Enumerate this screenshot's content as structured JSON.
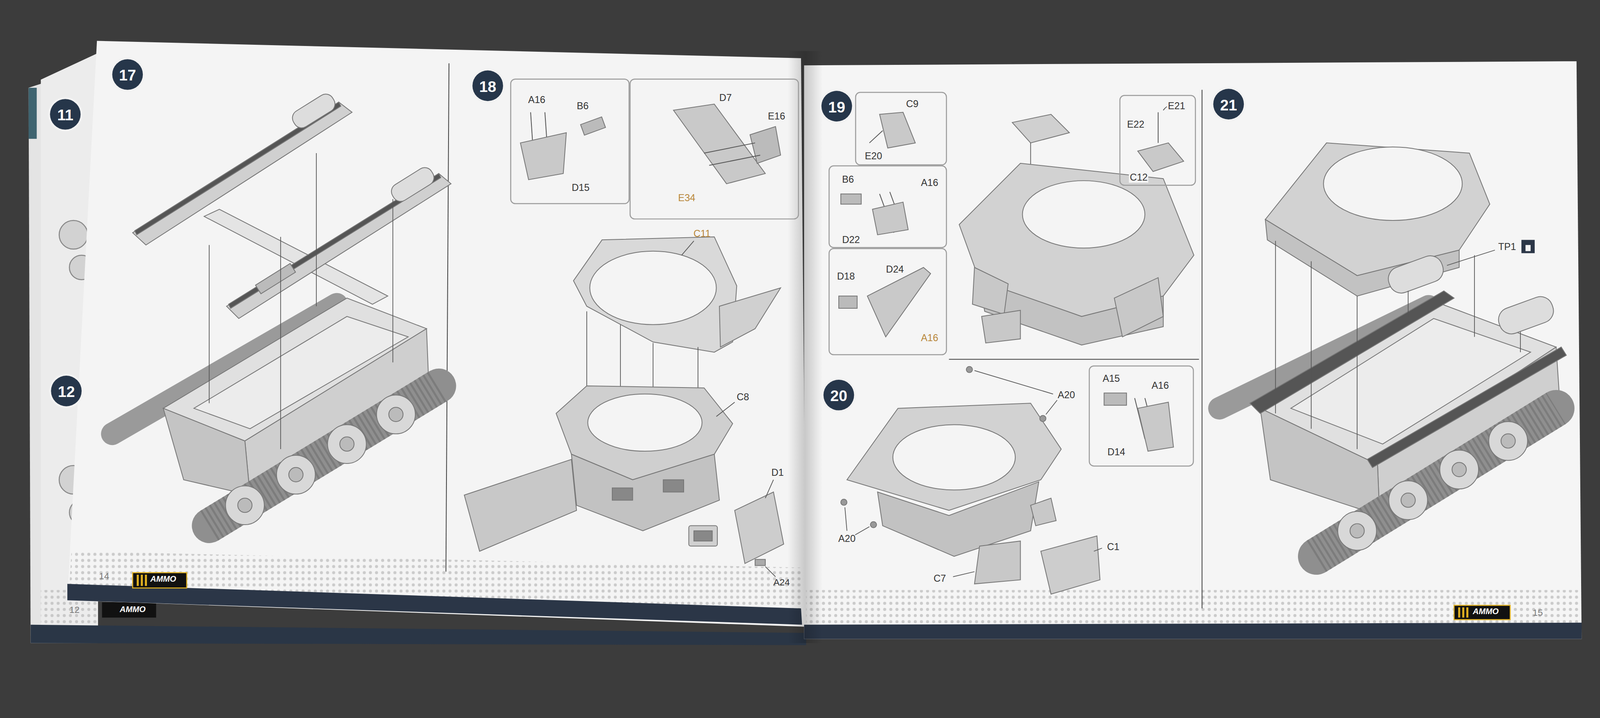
{
  "diagram": {
    "nodes": [
      {
        "text": [
          "11"
        ]
      },
      {
        "text": [
          "12"
        ]
      },
      {
        "text": [
          "17"
        ]
      },
      {
        "text": [
          "18"
        ]
      },
      {
        "text": [
          "A16",
          "B6",
          "D15"
        ]
      },
      {
        "text": [
          "D7",
          "E16",
          "E34"
        ]
      },
      {
        "text": [
          "19"
        ]
      },
      {
        "text": [
          "C9",
          "E20"
        ]
      },
      {
        "text": [
          "B6",
          "A16",
          "D22"
        ]
      },
      {
        "text": [
          "D18",
          "D24",
          "A16"
        ]
      },
      {
        "text": [
          "E21",
          "E22",
          "C12"
        ]
      },
      {
        "text": [
          "20"
        ]
      },
      {
        "text": [
          "A15",
          "A16",
          "D14"
        ]
      },
      {
        "text": [
          "21"
        ]
      }
    ],
    "labels": [
      "C11",
      "C8",
      "D1",
      "A24",
      "14",
      "AMMO",
      "12",
      "AMMO",
      "A20",
      "A20",
      "C1",
      "C7",
      "TP1",
      "AMMO",
      "15"
    ]
  }
}
